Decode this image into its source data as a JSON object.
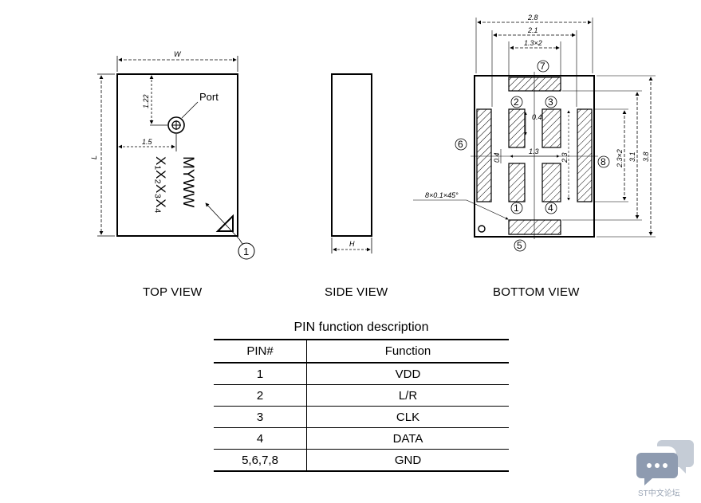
{
  "views": {
    "top_caption": "TOP VIEW",
    "side_caption": "SIDE VIEW",
    "bottom_caption": "BOTTOM VIEW"
  },
  "top_view": {
    "dim_width": "W",
    "dim_length": "L",
    "dim_port_y": "1.22",
    "dim_port_x": "1.5",
    "port_label": "Port",
    "marking_line1": "MYWW",
    "marking_line2": "X₁X₂X₃X₄",
    "pin1_callout": "1"
  },
  "side_view": {
    "dim_height": "H"
  },
  "bottom_view": {
    "dim_28": "2.8",
    "dim_21": "2.1",
    "dim_13x2": "1.3×2",
    "dim_04_top": "0.4",
    "dim_04_left": "0.4",
    "dim_13": "1.3",
    "dim_23": "2.3",
    "dim_23x2": "2.3×2",
    "dim_31": "3.1",
    "dim_38": "3.8",
    "chamfer": "8×0.1×45°",
    "pins": {
      "p1": "1",
      "p2": "2",
      "p3": "3",
      "p4": "4",
      "p5": "5",
      "p6": "6",
      "p7": "7",
      "p8": "8"
    }
  },
  "pin_table": {
    "title": "PIN function description",
    "headers": [
      "PIN#",
      "Function"
    ],
    "rows": [
      {
        "pin": "1",
        "function": "VDD"
      },
      {
        "pin": "2",
        "function": "L/R"
      },
      {
        "pin": "3",
        "function": "CLK"
      },
      {
        "pin": "4",
        "function": "DATA"
      },
      {
        "pin": "5,6,7,8",
        "function": "GND"
      }
    ]
  },
  "watermark": {
    "text": "ST中文论坛",
    "color": "#9aa5b5"
  }
}
